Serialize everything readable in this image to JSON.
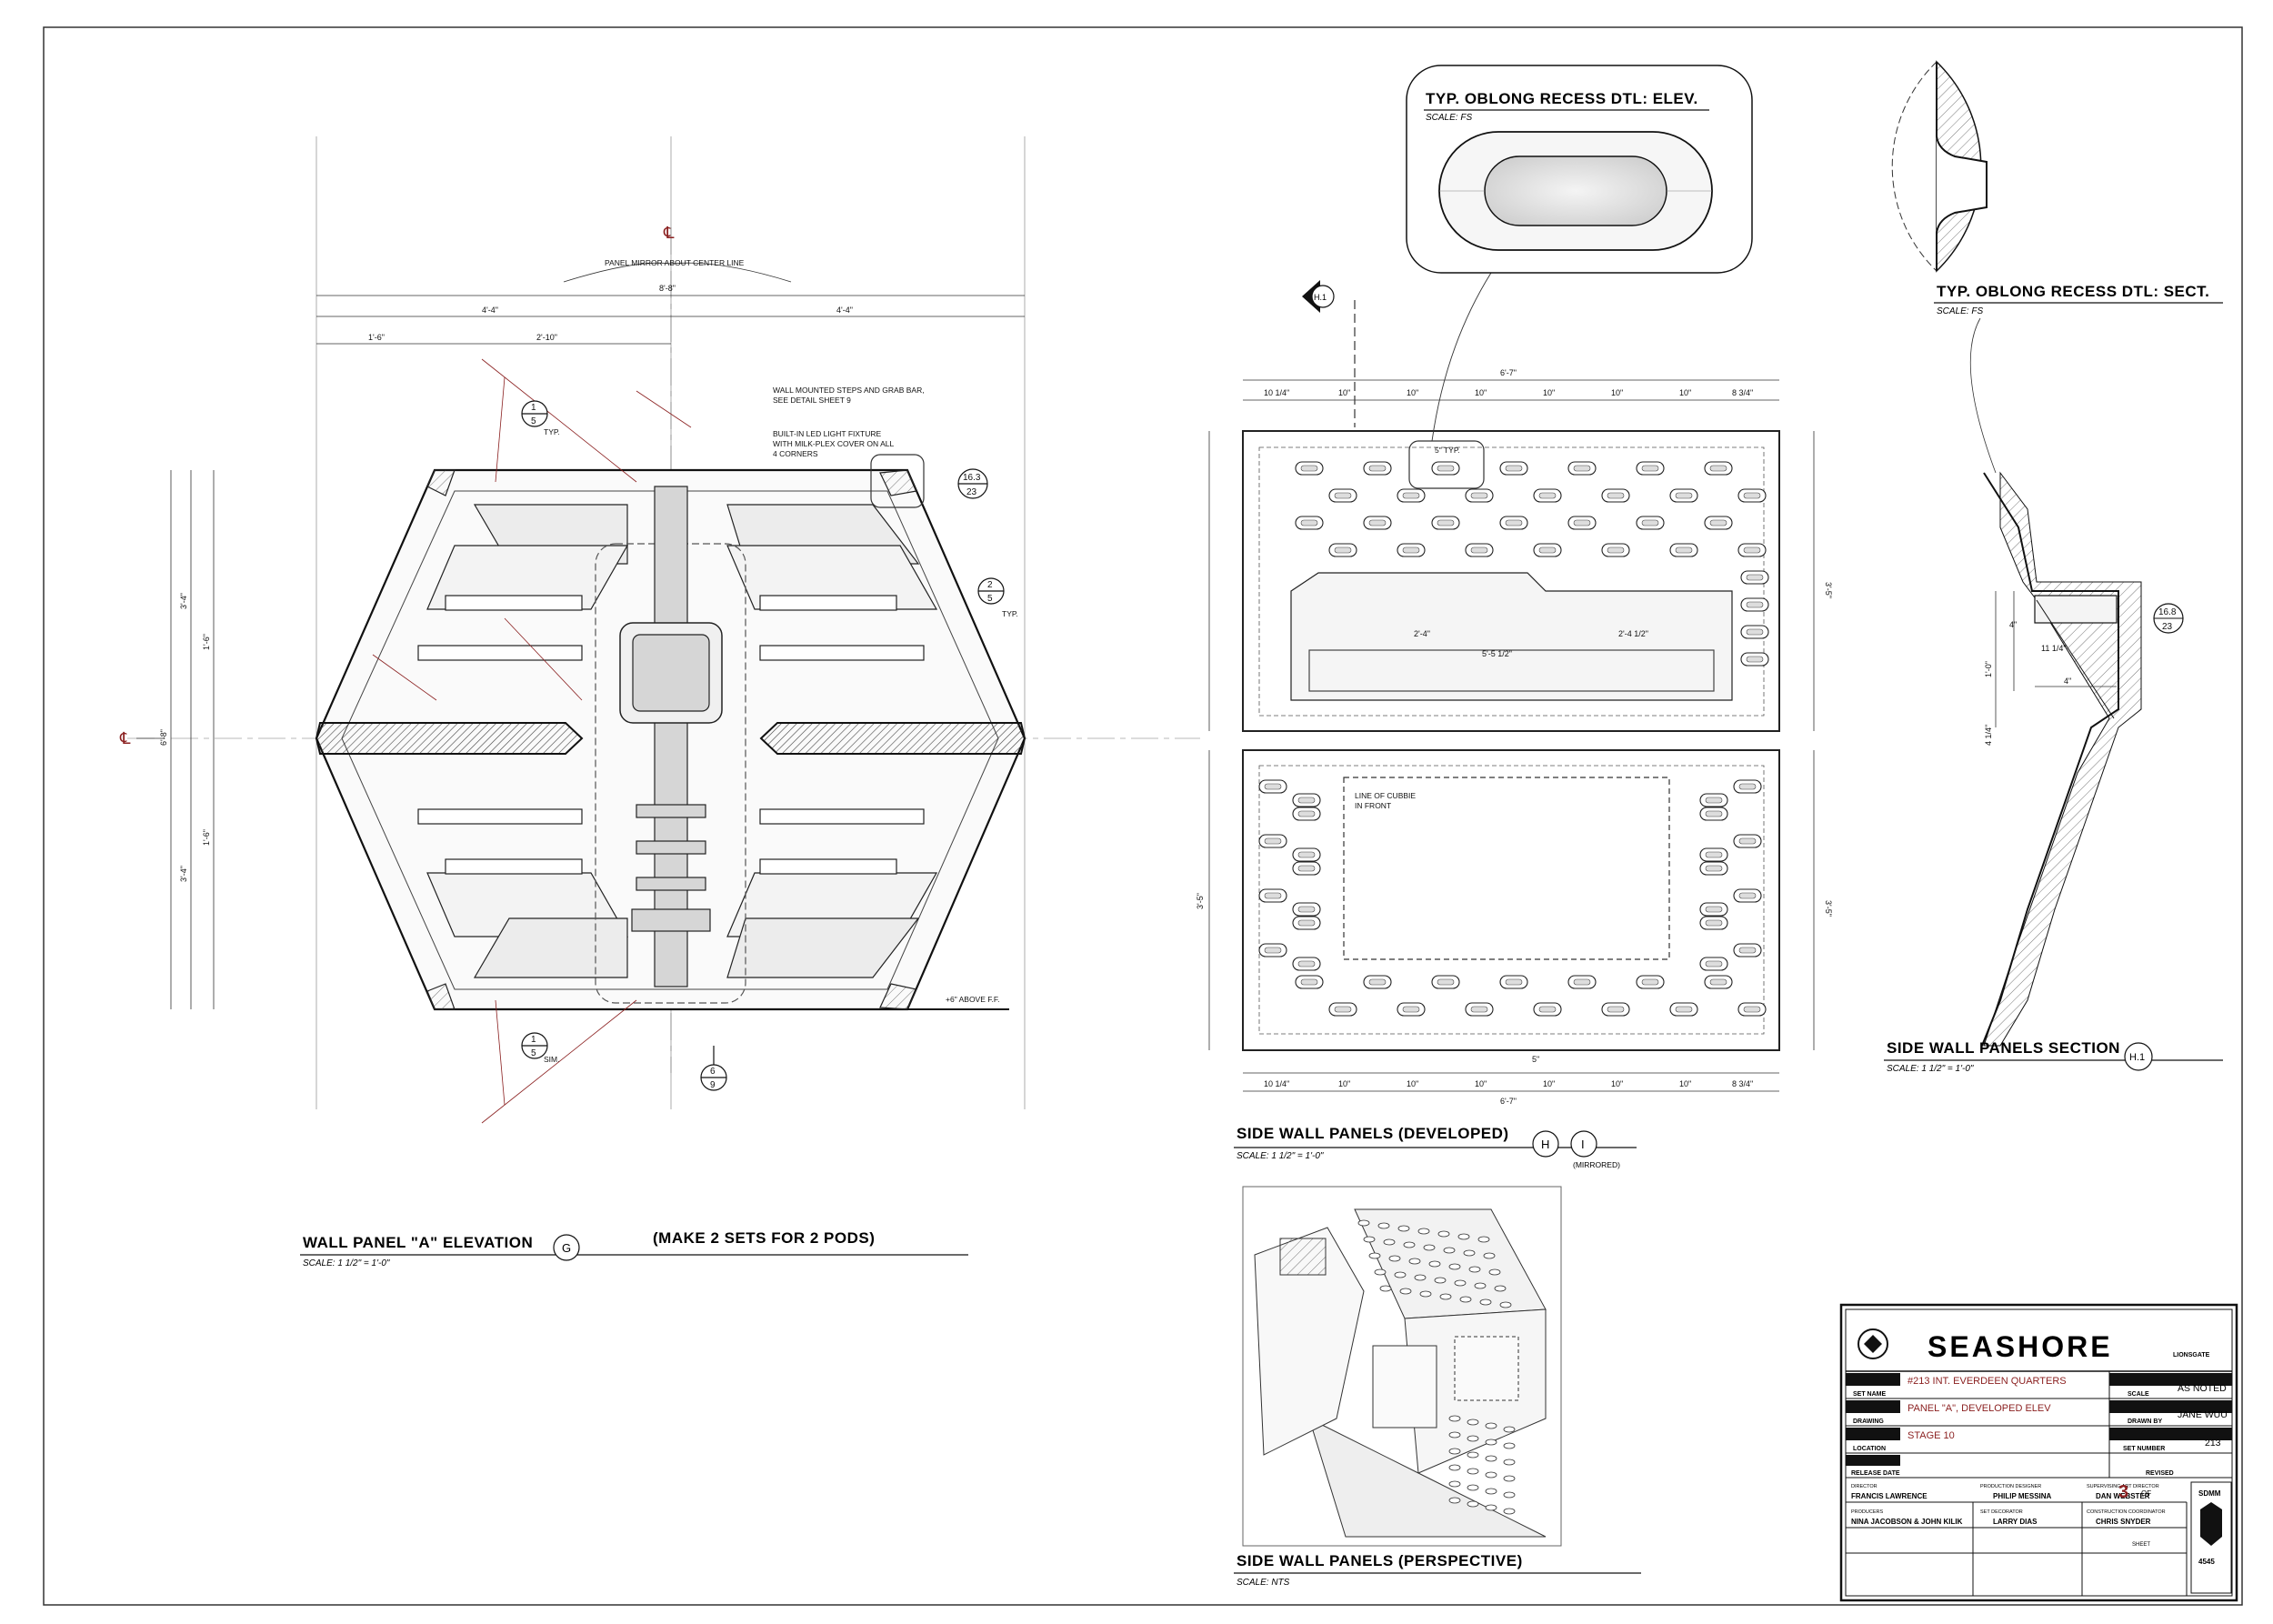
{
  "titles": {
    "wall_panel": "WALL PANEL \"A\" ELEVATION",
    "wall_panel_scale": "SCALE: 1 1/2\" = 1'-0\"",
    "wall_panel_tag": "G",
    "make_sets": "(MAKE 2 SETS FOR 2 PODS)",
    "developed": "SIDE WALL PANELS (DEVELOPED)",
    "developed_scale": "SCALE: 1 1/2\" = 1'-0\"",
    "developed_tag_h": "H",
    "developed_tag_i": "I",
    "mirrored": "(MIRRORED)",
    "perspective": "SIDE WALL PANELS (PERSPECTIVE)",
    "perspective_scale": "SCALE: NTS",
    "section": "SIDE WALL PANELS SECTION",
    "section_scale": "SCALE: 1 1/2\" = 1'-0\"",
    "section_tag": "H.1",
    "recess_elev": "TYP. OBLONG RECESS DTL: ELEV.",
    "recess_elev_scale": "SCALE: FS",
    "recess_sect": "TYP. OBLONG RECESS DTL: SECT.",
    "recess_sect_scale": "SCALE: FS"
  },
  "notes": {
    "mirror": "PANEL MIRROR ABOUT CENTER LINE",
    "steps_1": "WALL MOUNTED STEPS AND GRAB BAR,",
    "steps_2": "SEE DETAIL SHEET 9",
    "led_1": "BUILT-IN LED LIGHT FIXTURE",
    "led_2": "WITH MILK-PLEX COVER ON ALL",
    "led_3": "4 CORNERS",
    "above_ff": "+6\" ABOVE F.F.",
    "cubbie_1": "LINE OF CUBBIE",
    "cubbie_2": "IN FRONT",
    "typ": "TYP.",
    "sim": "SIM.",
    "typ_5": "5\" TYP."
  },
  "dims": {
    "top_total": "8'-8\"",
    "top_half_l": "4'-4\"",
    "top_half_r": "4'-4\"",
    "d1_6": "1'-6\"",
    "d2_10": "2'-10\"",
    "left_total": "6'-8\"",
    "left_3_4a": "3'-4\"",
    "left_3_4b": "3'-4\"",
    "left_1_6a": "1'-6\"",
    "left_1_6b": "1'-6\"",
    "dev_total": "6'-7\"",
    "dev_height": "3'-5\"",
    "dev_10_1_4": "10 1/4\"",
    "dev_10": "10\"",
    "dev_8_3_4": "8 3/4\"",
    "dev_2_4": "2'-4\"",
    "dev_2_4_half": "2'-4 1/2\"",
    "dev_5_5_half": "5'-5 1/2\"",
    "dev_5": "5\"",
    "sec_1_0": "1'-0\"",
    "sec_11_1_4": "11 1/4\"",
    "sec_4": "4\"",
    "sec_4_1_4": "4 1/4\""
  },
  "tags": {
    "t15a_num": "1",
    "t15a_den": "5",
    "t25_num": "2",
    "t25_den": "5",
    "t163_num": "16.3",
    "t163_den": "23",
    "t15b_num": "1",
    "t15b_den": "5",
    "t69_num": "6",
    "t69_den": "9",
    "t168_num": "16.8",
    "t168_den": "23",
    "h1_cut": "H.1"
  },
  "title_block": {
    "project": "SEASHORE",
    "studio": "LIONSGATE",
    "set_name_value": "#213 INT. EVERDEEN QUARTERS",
    "set_name_label": "SET NAME",
    "scale_label": "SCALE",
    "scale_value": "AS NOTED",
    "drawing_value": "PANEL \"A\", DEVELOPED ELEV",
    "drawing_label": "DRAWING",
    "drawn_by_label": "DRAWN BY",
    "drawn_by_value": "JANE WUU",
    "location_value": "STAGE 10",
    "location_label": "LOCATION",
    "set_number_label": "SET NUMBER",
    "set_number_value": "213",
    "release_label": "RELEASE DATE",
    "revised_label": "REVISED",
    "director_label": "DIRECTOR",
    "director_value": "FRANCIS LAWRENCE",
    "prod_designer_label": "PRODUCTION DESIGNER",
    "prod_designer_value": "PHILIP MESSINA",
    "art_director_label": "SUPERVISING ART DIRECTOR",
    "art_director_value": "DAN WEBSTER",
    "producers_label": "PRODUCERS",
    "producers_value": "NINA JACOBSON & JOHN KILIK",
    "set_decorator_label": "SET DECORATOR",
    "set_decorator_value": "LARRY DIAS",
    "construction_label": "CONSTRUCTION COORDINATOR",
    "construction_value": "CHRIS SNYDER",
    "sheet_number": "3",
    "of_label": "OF",
    "sheet_label": "SHEET",
    "union_1": "SDMM",
    "union_2": "4545"
  },
  "colors": {
    "ink": "#111111",
    "red_ink": "#8a1f1f",
    "fill_gray": "#d6d6d6",
    "fill_light": "#ececec"
  }
}
